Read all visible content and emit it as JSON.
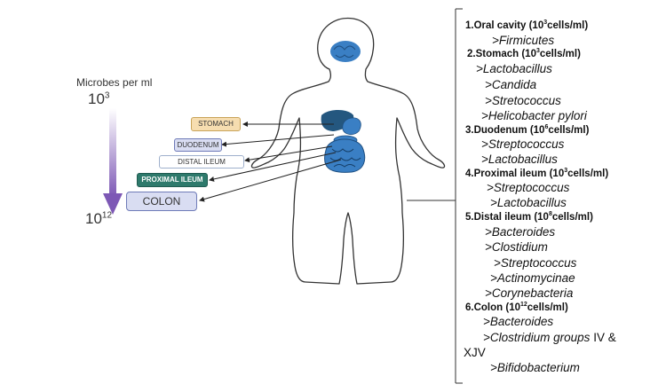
{
  "scale": {
    "title": "Microbes per ml",
    "top_base": "10",
    "top_exp": "3",
    "bottom_base": "10",
    "bottom_exp": "12"
  },
  "organs": {
    "stomach": "STOMACH",
    "duodenum": "DUODENUM",
    "distal_ileum": "DISTAL ILEUM",
    "proximal_ileum": "PROXIMAL ILEUM",
    "colon": "COLON"
  },
  "colors": {
    "stomach_fill": "#f6ddb0",
    "stomach_border": "#c9a45a",
    "duodenum_fill": "#d9ddf2",
    "duodenum_border": "#6f7bb8",
    "distal_fill": "#ffffff",
    "distal_border": "#9fb0cc",
    "proximal_fill": "#2e7a6c",
    "proximal_border": "#1f5b50",
    "colon_fill": "#d9ddf2",
    "colon_border": "#6f7bb8",
    "arrow": "#7d58b5",
    "intestine": "#3a7fc4",
    "liver": "#24577f"
  },
  "panel": {
    "s1": {
      "head": "1.Oral cavity (10",
      "exp": "3",
      "tail": "cells/ml)",
      "items": [
        ">Firmicutes"
      ]
    },
    "s2": {
      "head": "2.Stomach (10",
      "exp": "3",
      "tail": "cells/ml)",
      "items": [
        ">Lactobacillus",
        ">Candida",
        ">Stretococcus",
        ">Helicobacter pylori"
      ]
    },
    "s3": {
      "head": "3.Duodenum (10",
      "exp": "6",
      "tail": "cells/ml)",
      "items": [
        ">Streptococcus",
        ">Lactobacillus"
      ]
    },
    "s4": {
      "head": "4.Proximal ileum (10",
      "exp": "3",
      "tail": "cells/ml)",
      "items": [
        ">Streptococcus",
        ">Lactobacillus"
      ]
    },
    "s5": {
      "head": "5.Distal ileum (10",
      "exp": "8",
      "tail": "cells/ml)",
      "items": [
        ">Bacteroides",
        ">Clostidium",
        ">Streptococcus",
        ">Actinomycinae",
        ">Corynebacteria"
      ]
    },
    "s6": {
      "head": "6.Colon (10",
      "exp": "12",
      "tail": "cells/ml)",
      "items": [
        ">Bacteroides",
        ">Clostridium groups",
        ">Bifidobacterium"
      ],
      "suffix": " IV &",
      "wrap": "XJV"
    }
  }
}
